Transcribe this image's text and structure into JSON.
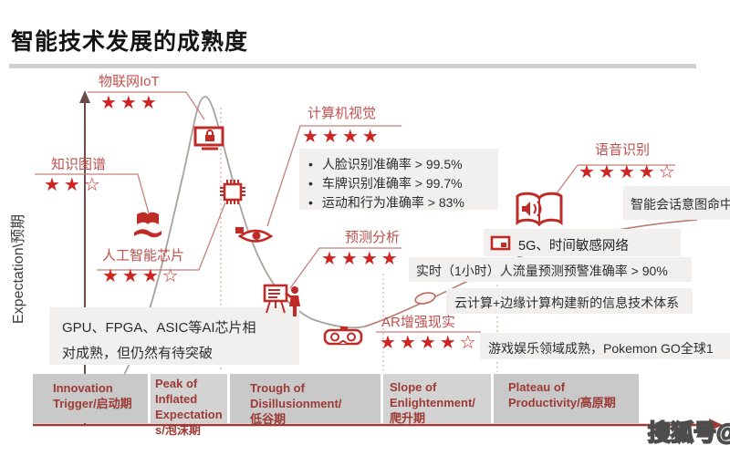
{
  "title": "智能技术发展的成熟度",
  "y_axis_label": "Expectation\\预期",
  "watermark": "搜狐号@",
  "colors": {
    "accent_red": "#c0504d",
    "star_red": "#ce2523",
    "curve_gray": "#a9a19c",
    "curve_rise_red": "#b97b6f",
    "axis_red": "#a23b35",
    "band_text_red": "#9c3a35",
    "note_box_gray": "#f1f0ef",
    "band_gray": "#c9c9c9"
  },
  "technologies": [
    {
      "label": "物联网IoT",
      "stars_filled": "★★★",
      "stars_empty": ""
    },
    {
      "label": "知识图谱",
      "stars_filled": "★★",
      "stars_empty": "☆"
    },
    {
      "label": "人工智能芯片",
      "stars_filled": "★★★",
      "stars_empty": "☆"
    },
    {
      "label": "计算机视觉",
      "stars_filled": "★★★★",
      "stars_empty": ""
    },
    {
      "label": "预测分析",
      "stars_filled": "★★★★",
      "stars_empty": ""
    },
    {
      "label": "AR增强现实",
      "stars_filled": "★★★★",
      "stars_empty": "☆"
    },
    {
      "label": "语音识别",
      "stars_filled": "★★★★",
      "stars_empty": "☆"
    }
  ],
  "notes": {
    "cv_bullets": [
      "人脸识别准确率 > 99.5%",
      "车牌识别准确率 > 99.7%",
      "运动和行为准确率 > 83%"
    ],
    "gpu_lines": [
      "GPU、FPGA、ASIC等AI芯片相",
      "对成熟，但仍然有待突破"
    ],
    "five_g": "5G、时间敏感网络",
    "realtime": "实时（1小时）人流量预测预警准确率 > 90%",
    "cloud": "云计算+边缘计算构建新的信息技术体系",
    "game": "游戏娱乐领域成熟，Pokemon GO全球1",
    "intent": "智能会话意图命中"
  },
  "phases": [
    "Innovation Trigger/启动期",
    "Peak of Inflated Expectations/泡沫期",
    "Trough of Disillusionment/低谷期",
    "Slope of Enlightenment/爬升期",
    "Plateau of Productivity/高原期"
  ],
  "icons": {
    "iot": "monitor-lock-icon",
    "knowledge_graph": "book-hand-icon",
    "ai_chip": "chip-icon",
    "computer_vision": "eye-icon",
    "predictive_analytics": "presenter-board-icon",
    "ar": "vr-goggles-icon",
    "speech": "audiobook-speaker-icon",
    "five_g": "display-icon",
    "slope_marker": "ellipse-node-icon"
  }
}
